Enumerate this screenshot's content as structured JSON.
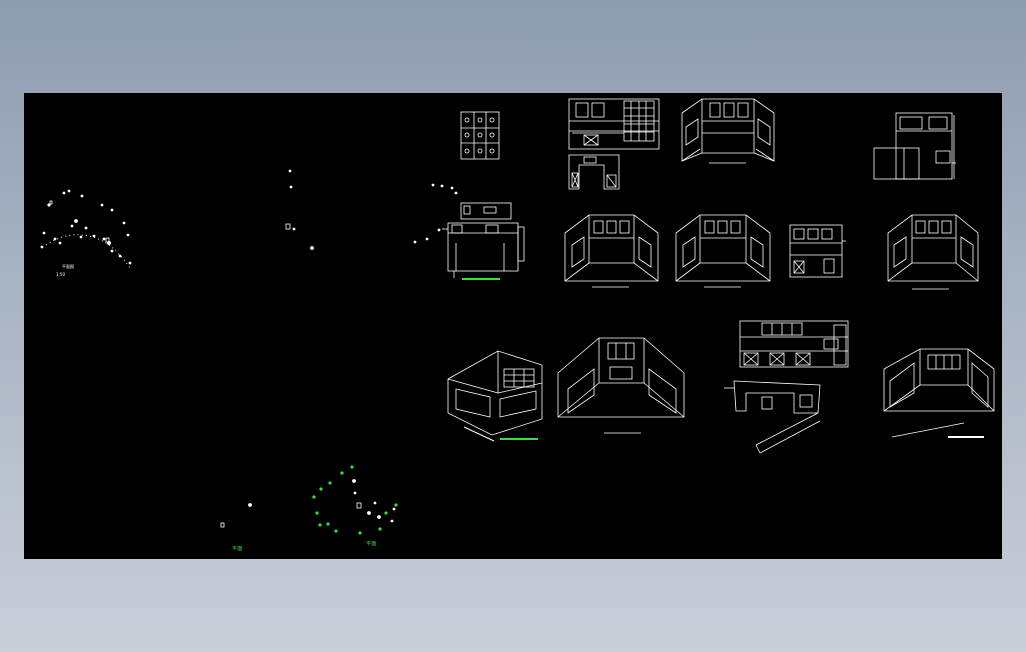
{
  "drawing": {
    "labels": {
      "top_left_title": "平面图",
      "top_left_subtitle": "1:50",
      "green_label_1": "平面",
      "green_label_2": "平面"
    },
    "colors": {
      "canvas_background": "#000000",
      "line_color": "#ffffff",
      "accent_green": "#36e036",
      "page_gradient_top": "#8e9cb0",
      "page_gradient_bottom": "#c9cfd9"
    }
  }
}
